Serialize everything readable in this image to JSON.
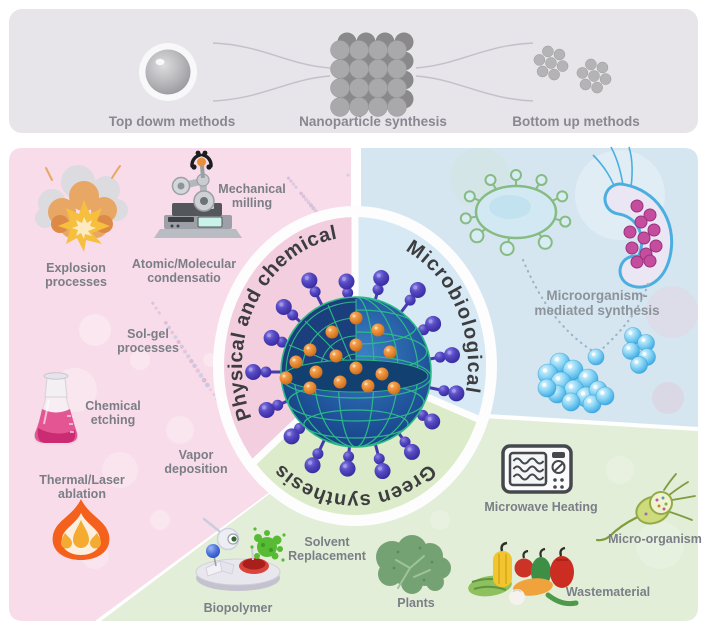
{
  "banner": {
    "top_down_label": "Top dowm methods",
    "center_label": "Nanoparticle synthesis",
    "bottom_up_label": "Bottom up methods"
  },
  "wedges": {
    "physical_chemical": "Physical and chemical",
    "microbiological": "Microbiological",
    "green_synthesis": "Green synthesis"
  },
  "physical_section": {
    "explosion": [
      "Explosion",
      "processes"
    ],
    "mechanical_milling": [
      "Mechanical",
      "milling"
    ],
    "atomic_condensation": [
      "Atomic/Molecular",
      "condensatio"
    ],
    "sol_gel": [
      "Sol-gel",
      "processes"
    ],
    "chemical_etching": [
      "Chemical",
      "etching"
    ],
    "vapor_deposition": [
      "Vapor",
      "deposition"
    ],
    "thermal_ablation": [
      "Thermal/Laser",
      "ablation"
    ]
  },
  "microbiological_section": {
    "mediated_synthesis": [
      "Microorganism-",
      "mediated synthesis"
    ]
  },
  "green_section": {
    "biopolymer": "Biopolymer",
    "solvent_replacement": [
      "Solvent",
      "Replacement"
    ],
    "plants": "Plants",
    "microwave_heating": "Microwave Heating",
    "micro_organism": "Micro-organism",
    "waste_material": "Wastematerial"
  },
  "icons": {
    "top_down": "gray-sphere-icon",
    "center": "nanoparticle-cube-icon",
    "bottom_up": "particle-clusters-icon",
    "explosion": "explosion-icon",
    "milling": "robot-arm-icon",
    "etching": "flask-icon",
    "ablation": "flame-icon",
    "biopolymer": "lab-platter-icon",
    "plants": "leaf-icon",
    "microwave": "microwave-oven-icon",
    "micro_organism": "flagellate-cell-icon",
    "waste": "vegetables-icon",
    "microbe": "green-microbe-icon",
    "bacterium": "bacterium-icon",
    "nanoparticles": "blue-sphere-cluster-icon"
  },
  "colors": {
    "banner_bg": "#e7e4ea",
    "pink_panel": "#f8dce9",
    "blue_panel": "#d5e6f1",
    "green_panel": "#e2eed8",
    "wedge_pink": "#f3cede",
    "wedge_blue": "#d6e9f4",
    "wedge_green": "#dcebc9",
    "spike_blue": "#4a3cae",
    "mesh_green": "#2db887",
    "core_orange": "#e8863a",
    "nano_blue": "#1b4f96",
    "label_gray": "#7b7e86"
  }
}
